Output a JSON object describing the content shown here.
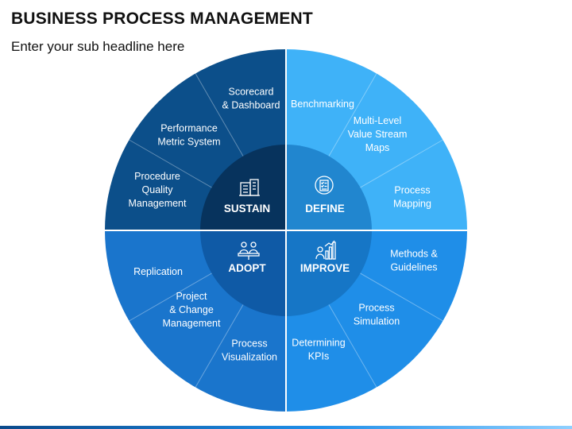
{
  "header": {
    "title": "BUSINESS PROCESS MANAGEMENT",
    "subtitle": "Enter your sub headline here"
  },
  "colors": {
    "sustain_quadrant": "#0c4f8a",
    "define_quadrant": "#3fb2f8",
    "adopt_quadrant": "#1a75cc",
    "improve_quadrant": "#1f8ee8",
    "sustain_core": "#07335d",
    "define_core": "#2186cf",
    "adopt_core": "#0f5aa6",
    "improve_core": "#1676c6",
    "divider": "#ffffff"
  },
  "core": {
    "sustain": {
      "label": "SUSTAIN",
      "icon": "building-icon"
    },
    "define": {
      "label": "DEFINE",
      "icon": "checklist-icon"
    },
    "adopt": {
      "label": "ADOPT",
      "icon": "team-meeting-icon"
    },
    "improve": {
      "label": "IMPROVE",
      "icon": "growth-chart-icon"
    }
  },
  "segments": {
    "sustain": [
      {
        "lines": [
          "Scorecard",
          "& Dashboard"
        ]
      },
      {
        "lines": [
          "Performance",
          "Metric System"
        ]
      },
      {
        "lines": [
          "Procedure",
          "Quality",
          "Management"
        ]
      }
    ],
    "define": [
      {
        "lines": [
          "Benchmarking"
        ]
      },
      {
        "lines": [
          "Multi-Level",
          "Value Stream",
          "Maps"
        ]
      },
      {
        "lines": [
          "Process",
          "Mapping"
        ]
      }
    ],
    "adopt": [
      {
        "lines": [
          "Replication"
        ]
      },
      {
        "lines": [
          "Project",
          "& Change",
          "Management"
        ]
      },
      {
        "lines": [
          "Process",
          "Visualization"
        ]
      }
    ],
    "improve": [
      {
        "lines": [
          "Methods &",
          "Guidelines"
        ]
      },
      {
        "lines": [
          "Process",
          "Simulation"
        ]
      },
      {
        "lines": [
          "Determining",
          "KPIs"
        ]
      }
    ]
  }
}
